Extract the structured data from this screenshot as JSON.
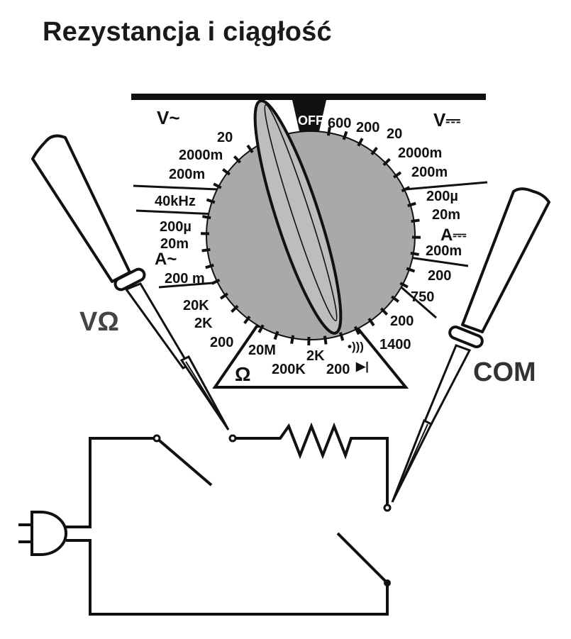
{
  "title": "Rezystancja i ciągłość",
  "colors": {
    "ink": "#111111",
    "dial_fill": "#a9a9a9",
    "knob_fill": "#bdbdbd",
    "probe_fill": "#ffffff",
    "page_bg": "#ffffff"
  },
  "dial": {
    "off_label": "OFF",
    "section_v_ac": "V~",
    "section_v_dc": "V⎓",
    "section_a_ac": "A~",
    "section_a_dc": "A⎓",
    "section_ohm": "Ω",
    "continuity_symbol": "•)))",
    "diode_symbol": "▶|",
    "v_ac_ranges": [
      "20",
      "2000m",
      "200m"
    ],
    "freq_range": "40kHz",
    "a_ac_ranges": [
      "200µ",
      "20m",
      "200 m"
    ],
    "ohm_left_ranges": [
      "20K",
      "2K",
      "200"
    ],
    "ohm_bottom_ranges": [
      "20M",
      "200K",
      "2K",
      "200"
    ],
    "v_dc_ranges": [
      "600",
      "200",
      "20",
      "2000m",
      "200m"
    ],
    "a_dc_ranges": [
      "200µ",
      "20m",
      "200m",
      "200"
    ],
    "v_ac_high_ranges": [
      "750",
      "200",
      "1400"
    ]
  },
  "probes": {
    "left_label": "VΩ",
    "right_label": "COM"
  },
  "circuit": {
    "components": [
      "resistor",
      "switch-top",
      "switch-bottom",
      "ac-plug"
    ]
  }
}
